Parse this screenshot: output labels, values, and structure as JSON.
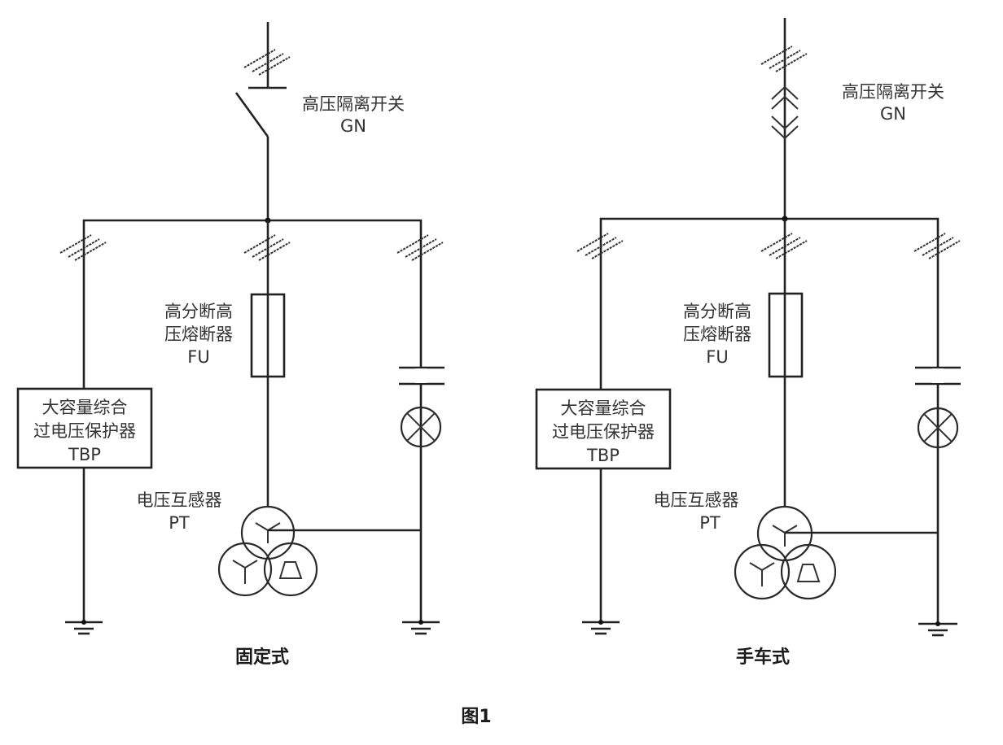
{
  "figure_caption": "图1",
  "colors": {
    "line": "#222222",
    "text": "#333333",
    "background": "#ffffff"
  },
  "diagrams": [
    {
      "subtitle": "固定式",
      "switch_type": "knife-disconnector",
      "switch_label": [
        "高压隔离开关",
        "GN"
      ],
      "fuse_label": [
        "高分断高",
        "压熔断器",
        "FU"
      ],
      "tbp_label": [
        "大容量综合",
        "过电压保护器",
        "TBP"
      ],
      "pt_label": [
        "电压互感器",
        "PT"
      ]
    },
    {
      "subtitle": "手车式",
      "switch_type": "withdrawable-plug",
      "switch_label": [
        "高压隔离开关",
        "GN"
      ],
      "fuse_label": [
        "高分断高",
        "压熔断器",
        "FU"
      ],
      "tbp_label": [
        "大容量综合",
        "过电压保护器",
        "TBP"
      ],
      "pt_label": [
        "电压互感器",
        "PT"
      ]
    }
  ],
  "symbols": {
    "three_phase_marker": "three-phase-hash-icon",
    "capacitor": "capacitor-icon",
    "lamp": "indicator-lamp-icon",
    "ground": "ground-icon",
    "pt_windings": [
      "wye",
      "wye",
      "delta"
    ]
  }
}
